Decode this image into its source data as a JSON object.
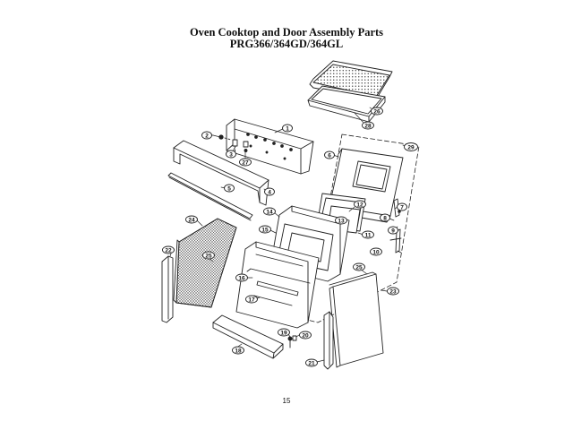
{
  "header": {
    "title": "Oven Cooktop and Door Assembly Parts",
    "models": "PRG366/364GD/364GL"
  },
  "page_number": "15",
  "callouts": [
    "1",
    "2",
    "3",
    "4",
    "5",
    "6",
    "7",
    "8",
    "9",
    "10",
    "11",
    "12",
    "13",
    "14",
    "15",
    "16",
    "17",
    "18",
    "19",
    "20",
    "21",
    "22",
    "23",
    "24",
    "25",
    "26",
    "27",
    "28",
    "29"
  ]
}
